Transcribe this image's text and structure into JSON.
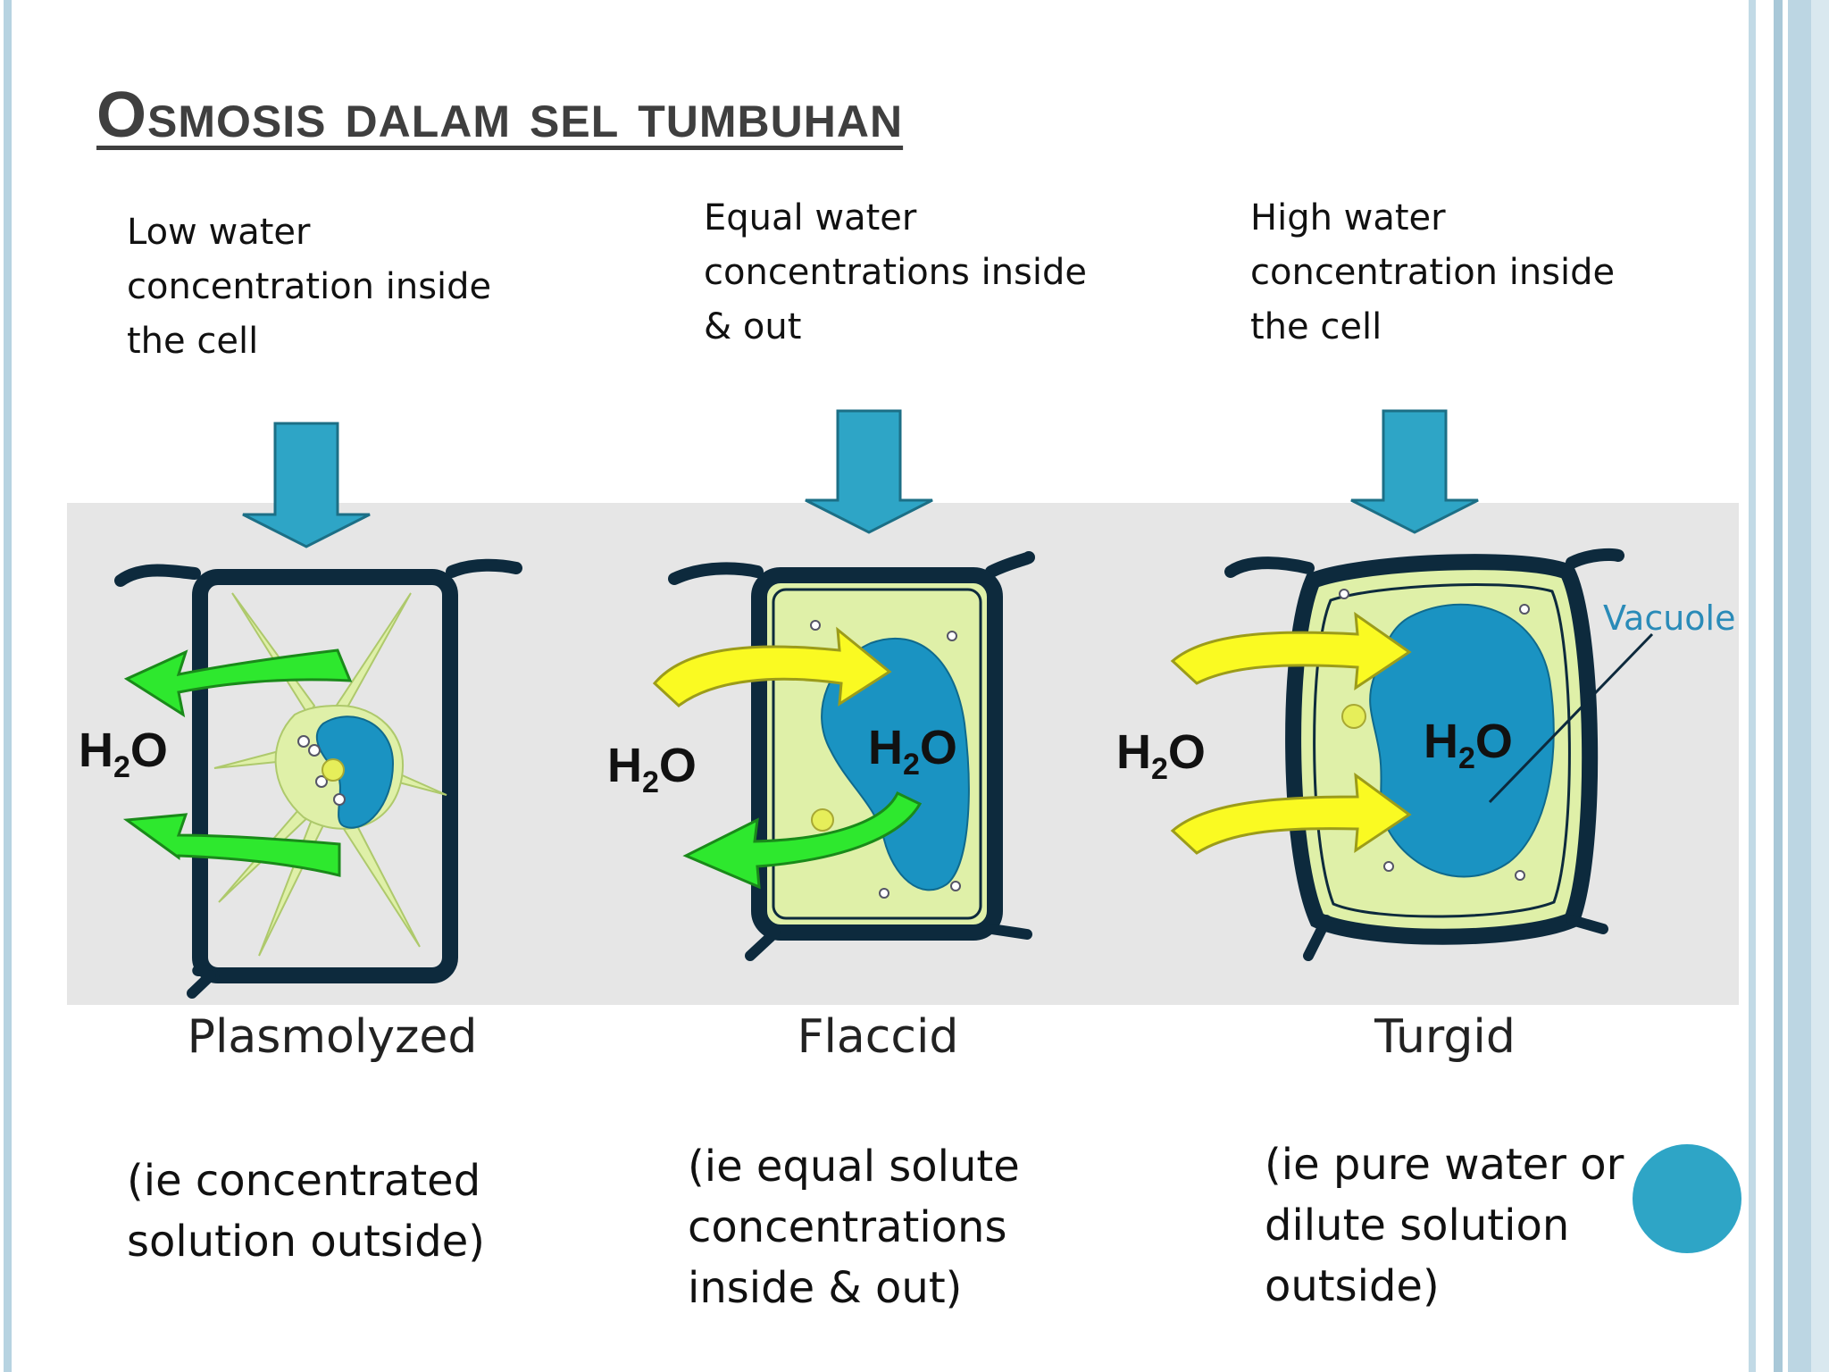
{
  "slide": {
    "title": "Osmosis dalam sel tumbuhan",
    "panels": [
      {
        "top_lines": [
          "Low water",
          "concentration inside",
          "the cell"
        ],
        "label": "Plasmolyzed",
        "bottom_lines": [
          "(ie concentrated",
          "solution outside)"
        ],
        "h2o_outside": "H2O"
      },
      {
        "top_lines": [
          "Equal water",
          "concentrations inside",
          "& out"
        ],
        "label": "Flaccid",
        "bottom_lines": [
          "(ie equal solute",
          "concentrations",
          "inside & out)"
        ],
        "h2o_outside": "H2O",
        "h2o_inside": "H2O"
      },
      {
        "top_lines": [
          "High water",
          "concentration inside",
          "the cell"
        ],
        "label": "Turgid",
        "bottom_lines": [
          "(ie pure water or",
          "dilute solution",
          "outside)"
        ],
        "h2o_outside": "H2O",
        "h2o_inside": "H2O",
        "vacuole_label": "Vacuole"
      }
    ]
  },
  "colors": {
    "arrow_blue": "#2ea5c6",
    "cell_wall": "#0d2a3d",
    "cytoplasm": "#dff0a8",
    "vacuole": "#1a93c2",
    "water_out_green": "#2ee82e",
    "water_in_yellow": "#fafa22",
    "background_band": "#e6e6e6"
  }
}
